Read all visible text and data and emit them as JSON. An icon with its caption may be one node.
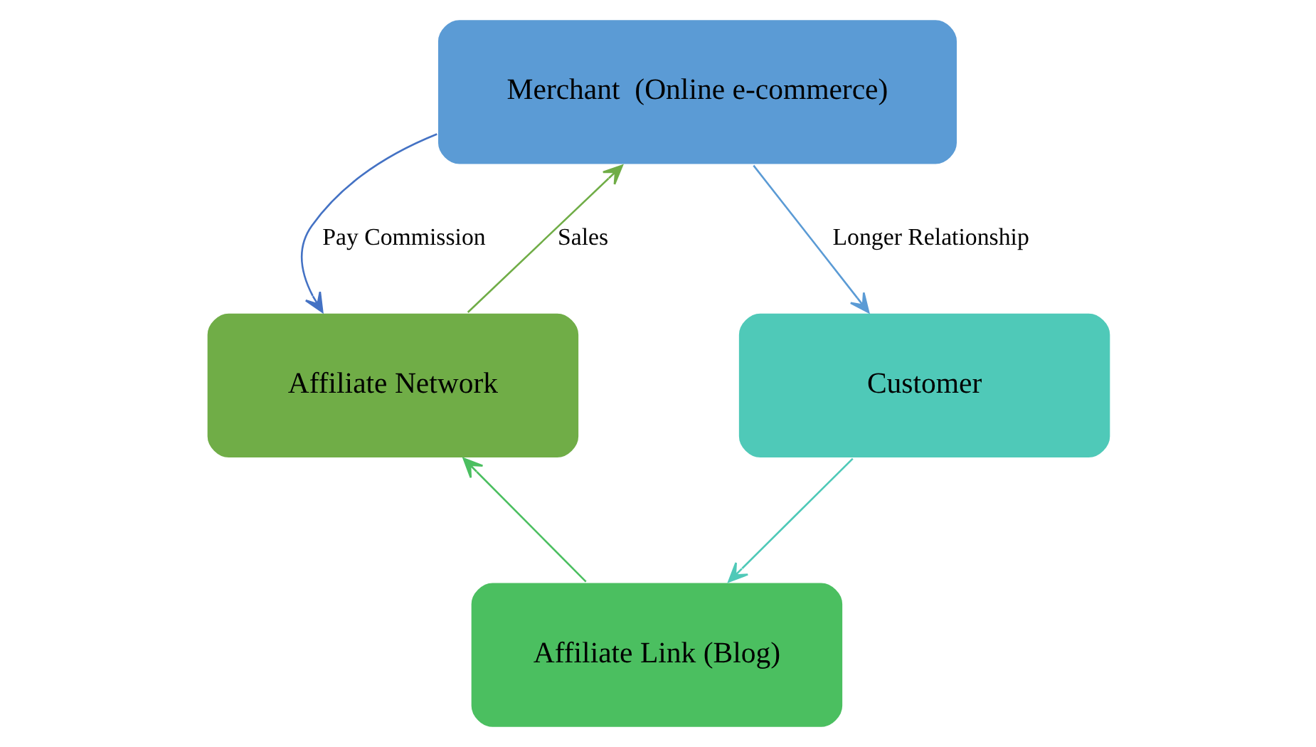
{
  "diagram": {
    "nodes": [
      {
        "text": [
          "Merchant  (Online e-commerce)"
        ]
      },
      {
        "text": [
          "Affiliate Network"
        ]
      },
      {
        "text": [
          "Customer"
        ]
      },
      {
        "text": [
          "Affiliate Link (Blog)"
        ]
      }
    ],
    "edges": [
      {
        "from": 0,
        "to": 2,
        "arrow": "to",
        "label": "Longer Relationship",
        "color": "#5b9bd5"
      },
      {
        "from": 2,
        "to": 3,
        "arrow": "to",
        "color": "#4fc9b8"
      },
      {
        "from": 3,
        "to": 1,
        "arrow": "to",
        "color": "#4bbf60"
      },
      {
        "from": 1,
        "to": 0,
        "arrow": "to",
        "label": "Sales",
        "color": "#70ad47"
      },
      {
        "from": 0,
        "to": 1,
        "arrow": "to",
        "label": "Pay Commission",
        "color": "#4472c4"
      }
    ]
  }
}
